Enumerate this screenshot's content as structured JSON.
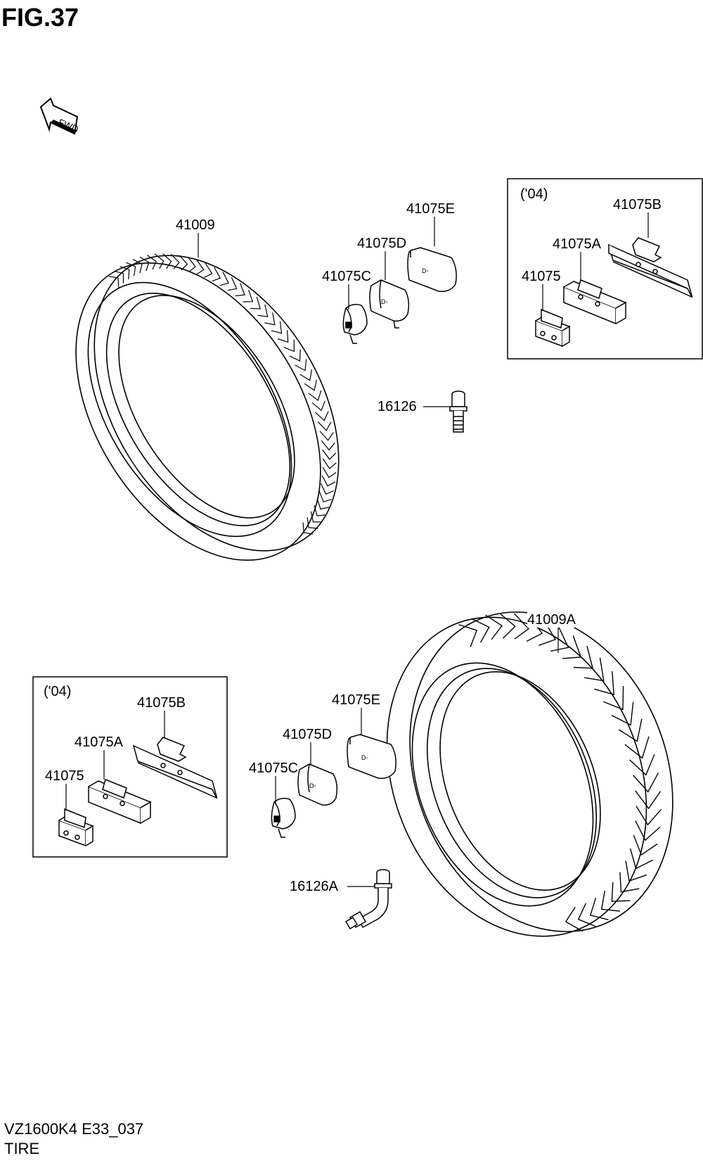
{
  "figure": {
    "title": "FIG.37"
  },
  "direction_indicator": {
    "text": "FWD"
  },
  "front_assembly": {
    "tire_label": "41009",
    "weight_labels": [
      "41075E",
      "41075D",
      "41075C"
    ],
    "valve_label": "16126",
    "inset": {
      "year_tag": "('04)",
      "weight_labels": [
        "41075B",
        "41075A",
        "41075"
      ]
    }
  },
  "rear_assembly": {
    "tire_label": "41009A",
    "weight_labels": [
      "41075E",
      "41075D",
      "41075C"
    ],
    "valve_label": "16126A",
    "inset": {
      "year_tag": "('04)",
      "weight_labels": [
        "41075B",
        "41075A",
        "41075"
      ]
    }
  },
  "footer": {
    "code": "VZ1600K4 E33_037",
    "name": "TIRE"
  }
}
